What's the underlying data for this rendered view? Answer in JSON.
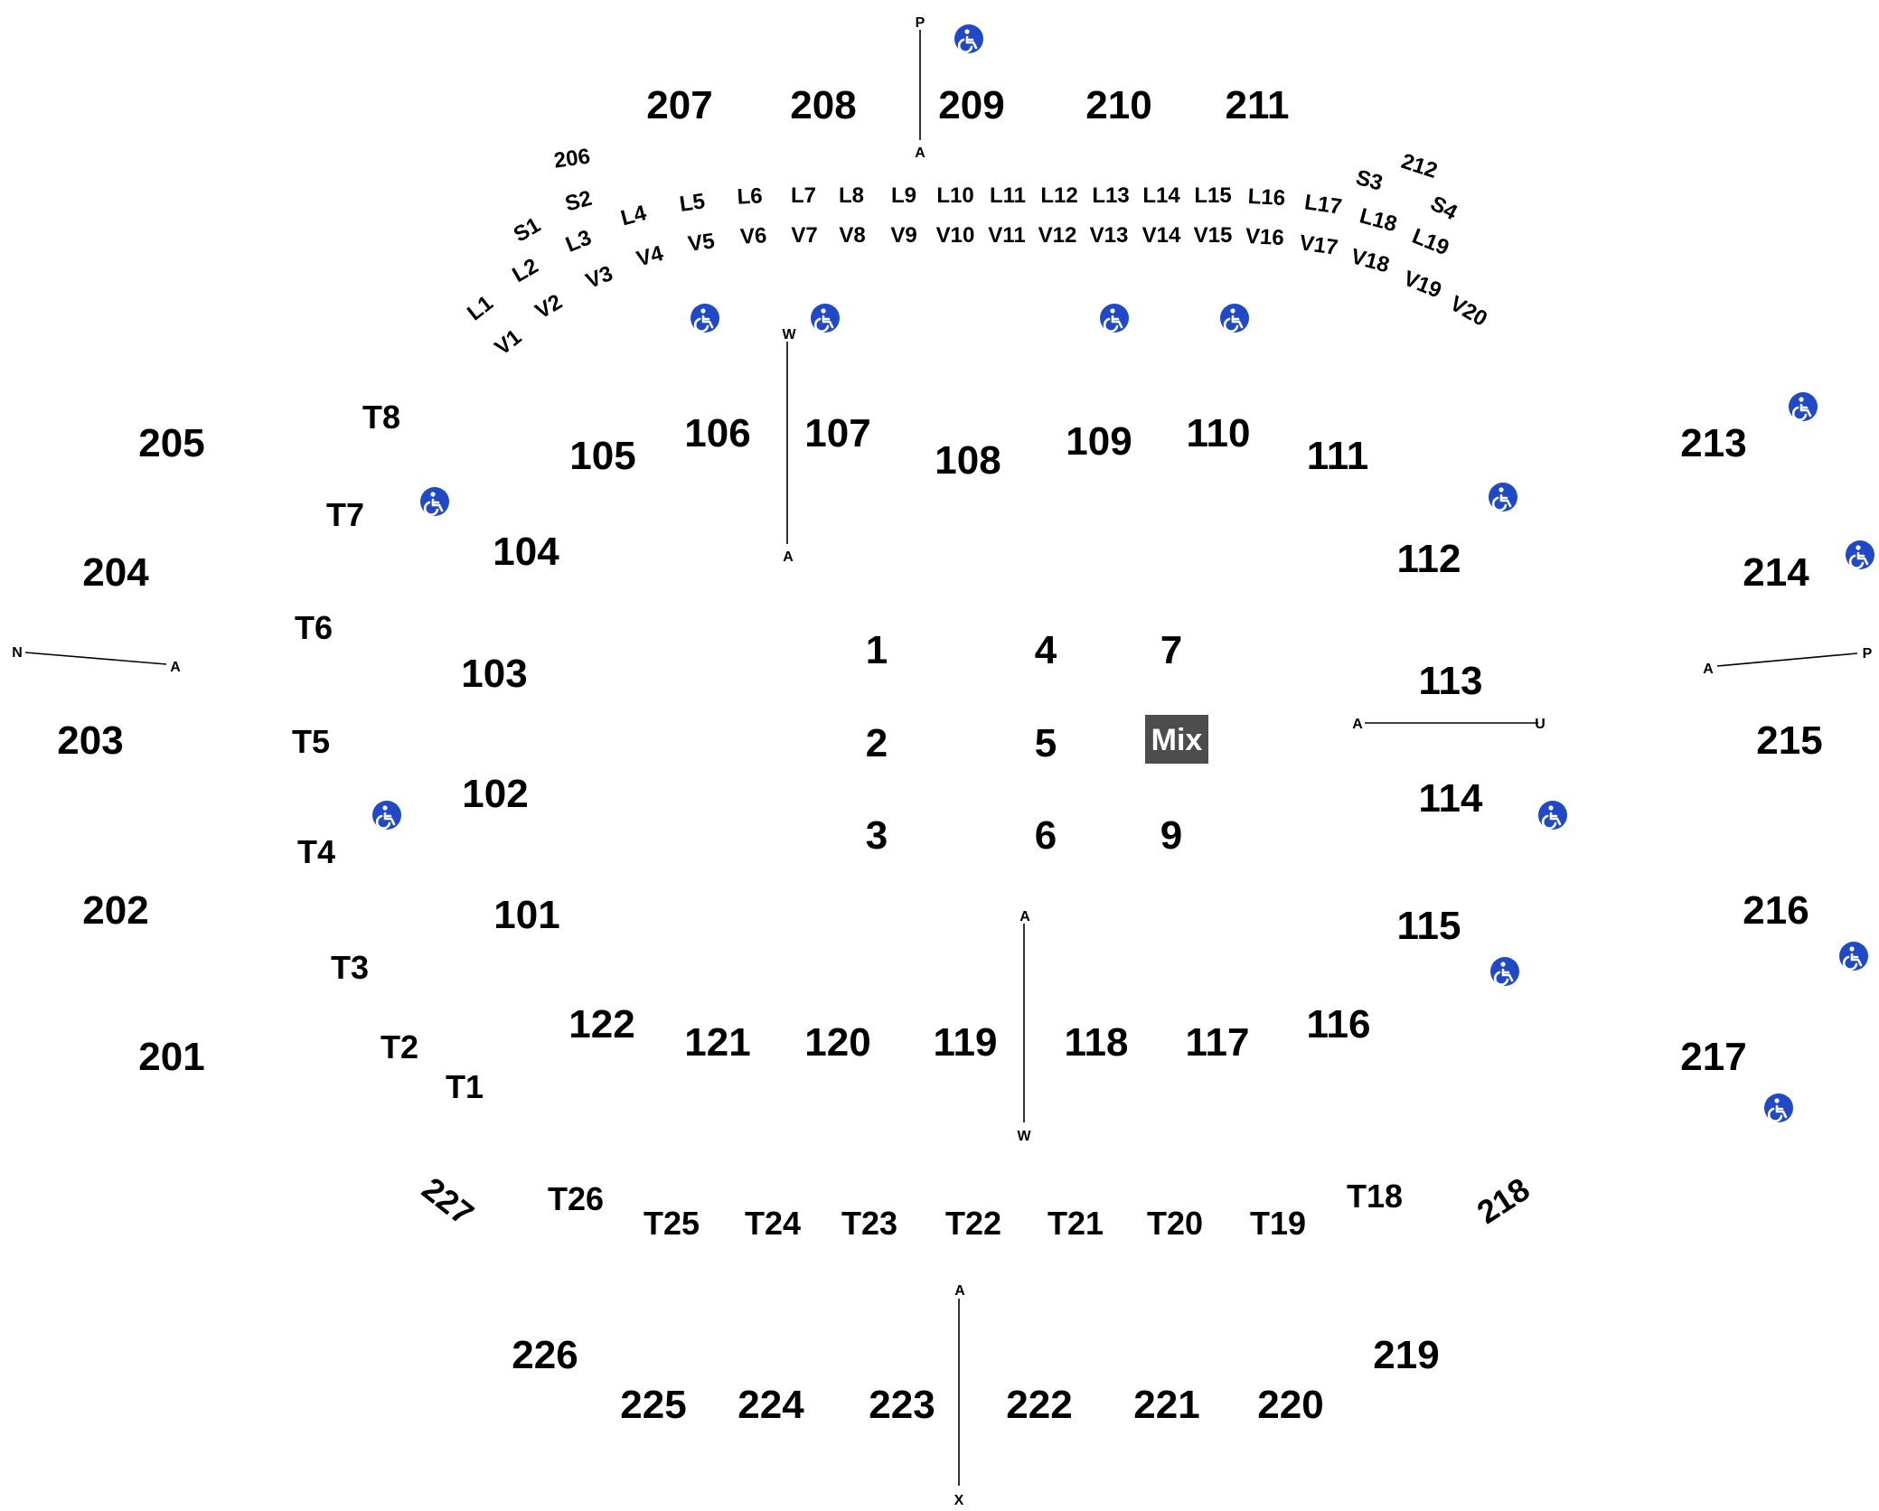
{
  "colors": {
    "background": "#ffffff",
    "text": "#000000",
    "accessible": "#1f49c7",
    "mix_box": "#4d4d4d"
  },
  "upper_sections": [
    "207",
    "208",
    "209",
    "210",
    "211",
    "205",
    "204",
    "203",
    "202",
    "201",
    "213",
    "214",
    "215",
    "216",
    "217",
    "226",
    "225",
    "224",
    "223",
    "222",
    "221",
    "220",
    "219"
  ],
  "lower_sections": [
    "106",
    "107",
    "108",
    "109",
    "110",
    "111",
    "105",
    "104",
    "103",
    "102",
    "101",
    "112",
    "113",
    "114",
    "115",
    "122",
    "121",
    "120",
    "119",
    "118",
    "117",
    "116"
  ],
  "floor_sections": [
    "1",
    "2",
    "3",
    "4",
    "5",
    "6",
    "7",
    "9"
  ],
  "mix_label": "Mix",
  "tables": [
    "T8",
    "T7",
    "T6",
    "T5",
    "T4",
    "T3",
    "T2",
    "T1",
    "T26",
    "T25",
    "T24",
    "T23",
    "T22",
    "T21",
    "T20",
    "T19",
    "T18"
  ],
  "corner_sections": [
    "206",
    "212",
    "227",
    "218"
  ],
  "suites": [
    "S1",
    "S2",
    "S3",
    "S4"
  ],
  "loge": [
    "L1",
    "L2",
    "L3",
    "L4",
    "L5",
    "L6",
    "L7",
    "L8",
    "L9",
    "L10",
    "L11",
    "L12",
    "L13",
    "L14",
    "L15",
    "L16",
    "L17",
    "L18",
    "L19"
  ],
  "vip": [
    "V1",
    "V2",
    "V3",
    "V4",
    "V5",
    "V6",
    "V7",
    "V8",
    "V9",
    "V10",
    "V11",
    "V12",
    "V13",
    "V14",
    "V15",
    "V16",
    "V17",
    "V18",
    "V19",
    "V20"
  ],
  "axis_letters": [
    "P",
    "A",
    "W",
    "A",
    "N",
    "A",
    "A",
    "P",
    "A",
    "U",
    "A",
    "W",
    "A",
    "X"
  ],
  "icon_accessible": "wheelchair-icon"
}
